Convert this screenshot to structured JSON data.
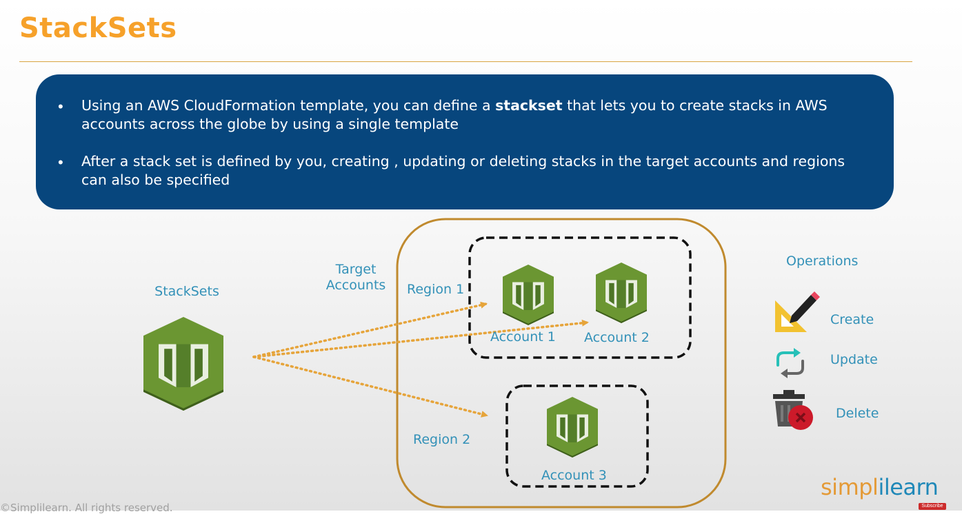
{
  "title": "StackSets",
  "info": {
    "bullet_symbol": "•",
    "bullet1_pre": "Using an AWS CloudFormation template, you can define a ",
    "bullet1_bold": "stackset",
    "bullet1_post": " that lets you to create stacks in AWS accounts across the globe by using a single template",
    "bullet2": "After a stack set is defined by you, creating , updating or deleting stacks in the target accounts and regions can also be specified"
  },
  "diagram": {
    "stacksets_label": "StackSets",
    "target_accounts_line1": "Target",
    "target_accounts_line2": "Accounts",
    "region1": "Region 1",
    "region2": "Region 2",
    "account1": "Account 1",
    "account2": "Account 2",
    "account3": "Account 3",
    "icon_name": "cloudformation-icon",
    "colors": {
      "icon_green": "#6b9632",
      "icon_dark": "#3f5f1c",
      "arrow": "#e6a43a",
      "container": "#c08a2e",
      "label_blue": "#3391b8"
    }
  },
  "operations": {
    "heading": "Operations",
    "items": [
      {
        "label": "Create",
        "icon": "pencil-ruler-icon"
      },
      {
        "label": "Update",
        "icon": "refresh-arrows-icon"
      },
      {
        "label": "Delete",
        "icon": "trash-delete-icon"
      }
    ]
  },
  "branding": {
    "logo_part1": "simpl",
    "logo_sep": "i",
    "logo_part2": "learn",
    "footer": "©Simplilearn. All rights reserved.",
    "subscribe": "Subscribe"
  }
}
